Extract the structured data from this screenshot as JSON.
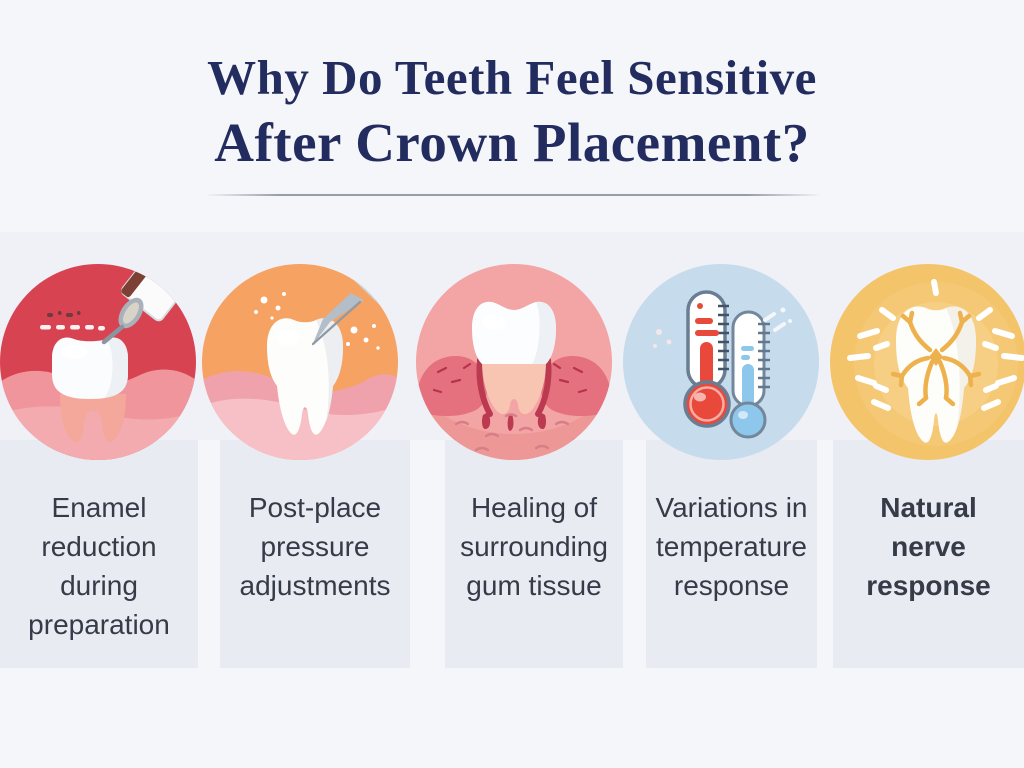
{
  "title": {
    "line1": "Why Do Teeth Feel Sensitive",
    "line2": "After Crown Placement?"
  },
  "colors": {
    "title_text": "#232c5f",
    "caption_text": "#353b47",
    "page_background": "#f5f6fa",
    "icon_strip_background": "#f0f1f7",
    "caption_band_background": "#e9ebf3",
    "divider": "#979daa"
  },
  "items": [
    {
      "icon": "enamel-reduction-drill-tooth-icon",
      "circle_color": "#d84352",
      "caption": "Enamel\nreduction\nduring\npreparation",
      "emphasis": false
    },
    {
      "icon": "crown-pressure-scaler-tooth-icon",
      "circle_color": "#f5a263",
      "caption": "Post-place\npressure\nadjustments",
      "emphasis": false
    },
    {
      "icon": "healing-gum-tissue-icon",
      "circle_color": "#f3a4a4",
      "caption": "Healing of\nsurrounding\ngum tissue",
      "emphasis": false
    },
    {
      "icon": "hot-cold-thermometers-icon",
      "circle_color": "#c6dbec",
      "caption": "Variations in\ntemperature\nresponse",
      "emphasis": false
    },
    {
      "icon": "nerve-response-glowing-tooth-icon",
      "circle_color": "#f4c46b",
      "caption": "Natural\nnerve\nresponse",
      "emphasis": true
    }
  ]
}
